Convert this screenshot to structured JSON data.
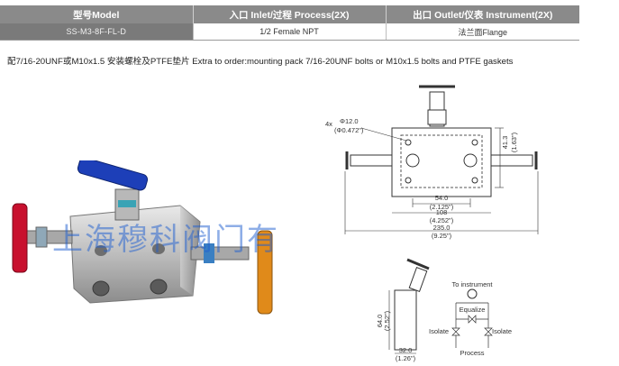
{
  "table": {
    "headers": [
      "型号Model",
      "入口 Inlet/过程 Process(2X)",
      "出口 Outlet/仪表 Instrument(2X)"
    ],
    "row": [
      "SS-M3-8F-FL-D",
      "1/2 Female NPT",
      "法兰面Flange"
    ]
  },
  "note": "配7/16-20UNF或M10x1.5 安装螺栓及PTFE垫片  Extra to order:mounting pack 7/16-20UNF bolts or M10x1.5 bolts and PTFE gaskets",
  "watermark": "上海穆科阀门有",
  "drawing": {
    "hole_label": "4x",
    "hole_dia_mm": "Φ12.0",
    "hole_dia_in": "(Φ0.472\")",
    "height_mm": "41.3",
    "height_in": "(1.63\")",
    "dim1_mm": "54.0",
    "dim1_in": "(2.125\")",
    "dim2_mm": "108",
    "dim2_in": "(4.252\")",
    "dim3_mm": "235.0",
    "dim3_in": "(9.25\")"
  },
  "side_view": {
    "height_mm": "64.0",
    "height_in": "(2.52\")",
    "width_mm": "32.0",
    "width_in": "(1.26\")"
  },
  "schematic": {
    "to_instrument": "To instrument",
    "equalize": "Equalize",
    "isolate_left": "Isolate",
    "isolate_right": "Isolate",
    "process": "Process"
  },
  "colors": {
    "header_bg": "#8a8a8a",
    "model_cell_bg": "#7a7a7a",
    "handle_blue": "#1d3fb8",
    "handle_red": "#c8102e",
    "handle_orange": "#e08a1a",
    "watermark": "#1f5fd1"
  }
}
